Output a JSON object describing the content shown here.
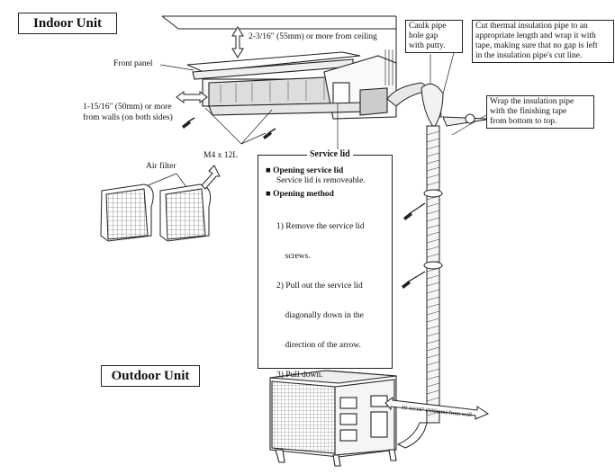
{
  "indoor_unit_title": "Indoor Unit",
  "outdoor_unit_title": "Outdoor Unit",
  "ceiling_clearance": "2-3/16\" (55mm) or more from ceiling",
  "front_panel": "Front panel",
  "wall_clearance_line1": "1-15/16\" (50mm) or more",
  "wall_clearance_line2": "from walls (on both sides)",
  "screw_spec": "M4 x 12L",
  "air_filter": "Air filter",
  "caulk_note": [
    "Caulk pipe",
    "hole gap",
    "with putty."
  ],
  "cut_note": [
    "Cut thermal insulation pipe to an",
    "appropriate length and wrap it with",
    "tape, making sure that no gap is left",
    "in the insulation pipe's cut line."
  ],
  "wrap_note": [
    "Wrap the insulation pipe",
    "with the finishing tape",
    "from bottom to top."
  ],
  "service_lid": {
    "title": "Service lid",
    "opening_heading": "Opening service lid",
    "opening_text": "Service lid is removeable.",
    "method_heading": "Opening method",
    "steps": [
      [
        "1) Remove the service lid",
        "    screws."
      ],
      [
        "2) Pull out the service lid",
        "    diagonally down in the",
        "    direction of the arrow."
      ],
      [
        "3) Pull down."
      ]
    ]
  },
  "wall_distance": "19-11/16\" (500mm) from wall",
  "icons": [
    "screw-icon",
    "double-arrow-icon",
    "arrow-icon",
    "bullet-square-icon"
  ]
}
